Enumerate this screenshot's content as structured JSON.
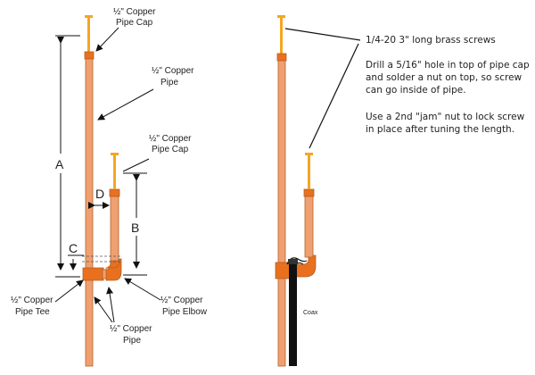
{
  "colors": {
    "pipe_fill": "#f0a070",
    "pipe_stroke": "#b4622a",
    "fitting_fill": "#e8701e",
    "screw": "#f5a623",
    "coax": "#111111"
  },
  "left_diagram": {
    "labels": {
      "cap_top_1": "½\" Copper",
      "cap_top_2": "Pipe Cap",
      "pipe_1": "½\" Copper",
      "pipe_2": "Pipe",
      "cap_mid_1": "½\" Copper",
      "cap_mid_2": "Pipe Cap",
      "tee_1": "½\" Copper",
      "tee_2": "Pipe Tee",
      "elbow_1": "½\" Copper",
      "elbow_2": "Pipe Elbow",
      "pipe_bottom_1": "½\" Copper",
      "pipe_bottom_2": "Pipe"
    },
    "dimensions": {
      "a": "A",
      "b": "B",
      "c": "C",
      "d": "D"
    }
  },
  "right_diagram": {
    "coax_label": "Coax",
    "notes": {
      "screws": "1/4-20 3\" long brass screws",
      "drill_1": "Drill a 5/16\" hole in top of pipe cap",
      "drill_2": "and solder a nut on top, so screw",
      "drill_3": "can go inside of pipe.",
      "jam_1": "Use a 2nd \"jam\" nut to lock screw",
      "jam_2": "in place after tuning the length."
    }
  }
}
